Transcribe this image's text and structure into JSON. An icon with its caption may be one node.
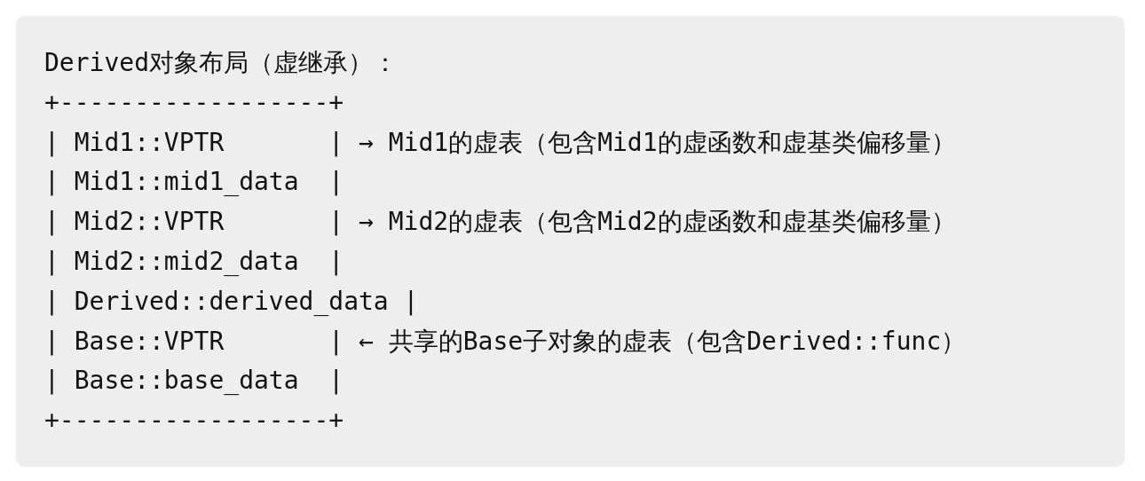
{
  "diagram": {
    "labels": [
      "Derived对象布局（虚继承）：",
      "+------------------+",
      "| Mid1::VPTR       | → Mid1的虚表（包含Mid1的虚函数和虚基类偏移量）",
      "| Mid1::mid1_data  |",
      "| Mid2::VPTR       | → Mid2的虚表（包含Mid2的虚函数和虚基类偏移量）",
      "| Mid2::mid2_data  |",
      "| Derived::derived_data |",
      "| Base::VPTR       | ← 共享的Base子对象的虚表（包含Derived::func）",
      "| Base::base_data  |",
      "+------------------+"
    ]
  }
}
